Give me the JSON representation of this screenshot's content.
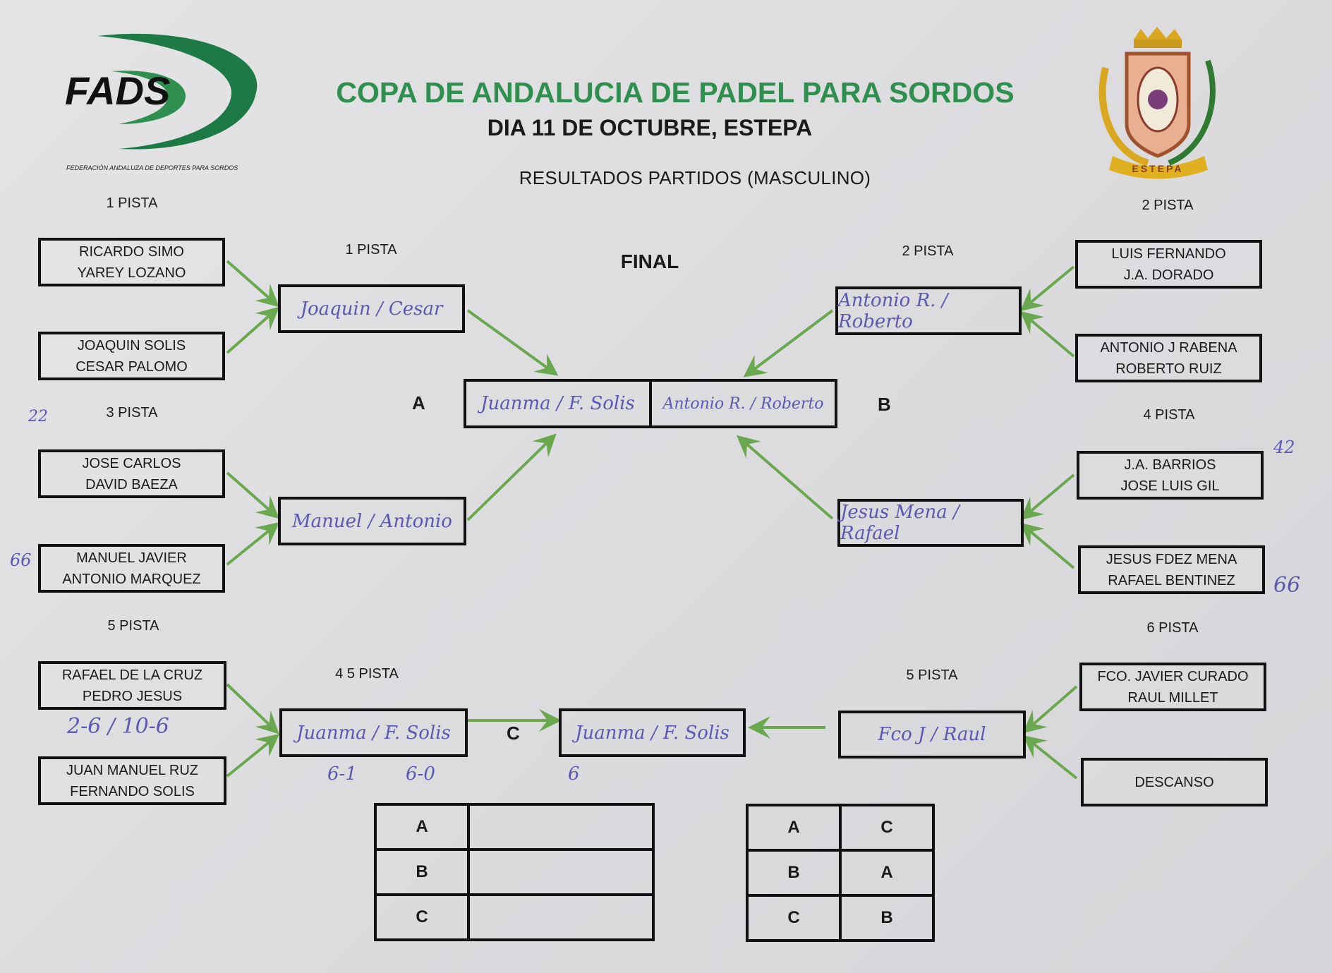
{
  "header": {
    "title": "COPA DE ANDALUCIA DE PADEL PARA SORDOS",
    "subtitle": "DIA 11 DE OCTUBRE, ESTEPA",
    "section": "RESULTADOS PARTIDOS (MASCULINO)"
  },
  "logo": {
    "text": "FADS",
    "tagline": "FEDERACIÓN ANDALUZA DE DEPORTES PARA SORDOS"
  },
  "crest": {
    "text": "ESTEPA"
  },
  "final_label": "FINAL",
  "round1_left": [
    {
      "court": "1 PISTA",
      "teams": [
        [
          "RICARDO SIMO",
          "YAREY LOZANO"
        ],
        [
          "JOAQUIN SOLIS",
          "CESAR PALOMO"
        ]
      ]
    },
    {
      "court": "3 PISTA",
      "teams": [
        [
          "JOSE CARLOS",
          "DAVID BAEZA"
        ],
        [
          "MANUEL JAVIER",
          "ANTONIO MARQUEZ"
        ]
      ]
    },
    {
      "court": "5 PISTA",
      "teams": [
        [
          "RAFAEL DE LA CRUZ",
          "PEDRO JESUS"
        ],
        [
          "JUAN MANUEL RUZ",
          "FERNANDO SOLIS"
        ]
      ]
    }
  ],
  "round1_right": [
    {
      "court": "2 PISTA",
      "teams": [
        [
          "LUIS FERNANDO",
          "J.A. DORADO"
        ],
        [
          "ANTONIO J RABENA",
          "ROBERTO RUIZ"
        ]
      ]
    },
    {
      "court": "4 PISTA",
      "teams": [
        [
          "J.A. BARRIOS",
          "JOSE LUIS GIL"
        ],
        [
          "JESUS FDEZ MENA",
          "RAFAEL BENTINEZ"
        ]
      ]
    },
    {
      "court": "6 PISTA",
      "teams": [
        [
          "FCO. JAVIER CURADO",
          "RAUL MILLET"
        ],
        [
          "DESCANSO"
        ]
      ]
    }
  ],
  "round2_left": [
    {
      "court": "1 PISTA",
      "winner": "Joaquin / Cesar"
    },
    {
      "winner": "Manuel / Antonio"
    },
    {
      "court": "4 5 PISTA",
      "winner": "Juanma / F. Solis"
    }
  ],
  "round2_right": [
    {
      "court": "2 PISTA",
      "winner": "Antonio R. / Roberto"
    },
    {
      "winner": "Jesus Mena / Rafael"
    },
    {
      "court": "5 PISTA",
      "winner": "Fco J / Raul"
    }
  ],
  "final": {
    "label_a": "A",
    "label_b": "B",
    "team_a": "Juanma / F. Solis",
    "team_b": "Antonio R. / Roberto"
  },
  "match_c": {
    "label": "C",
    "winner": "Juanma / F. Solis",
    "score": "6"
  },
  "notes": {
    "n1": "22",
    "n2": "42",
    "n3": "66",
    "n4": "66",
    "score_pista5": "2-6 / 10-6",
    "score_c1": "6-1",
    "score_c2": "6-0"
  },
  "table_left": [
    [
      "A",
      ""
    ],
    [
      "B",
      ""
    ],
    [
      "C",
      ""
    ]
  ],
  "table_right": [
    [
      "A",
      "C"
    ],
    [
      "B",
      "A"
    ],
    [
      "C",
      "B"
    ]
  ]
}
